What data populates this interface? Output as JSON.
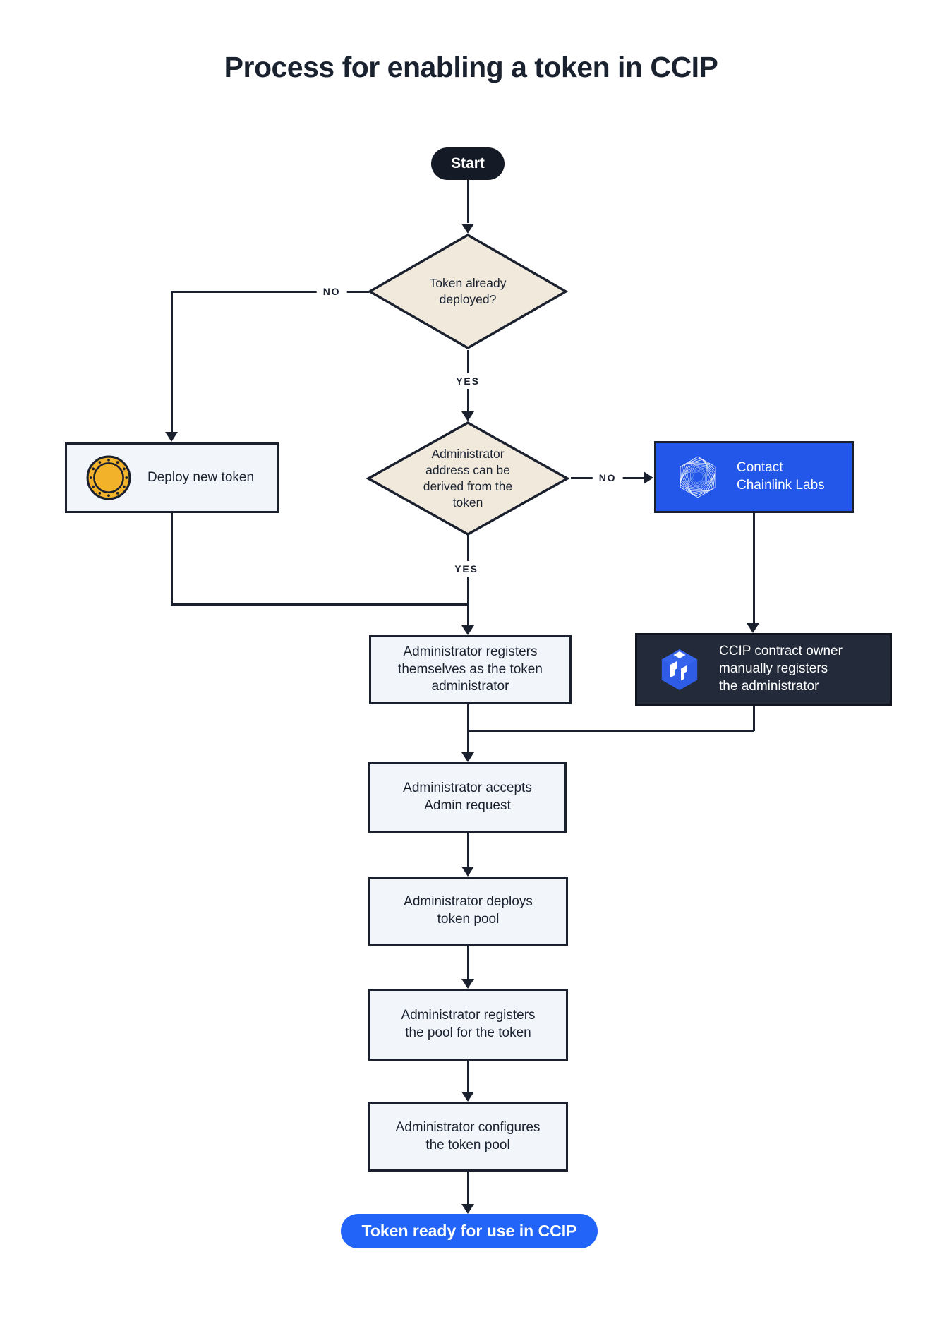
{
  "title": "Process for enabling a token in CCIP",
  "nodes": {
    "start": {
      "label": "Start"
    },
    "decision_token_deployed": {
      "label": "Token already\ndeployed?"
    },
    "deploy_new_token": {
      "label": "Deploy new token",
      "icon": "coin-icon"
    },
    "decision_admin_address": {
      "label": "Administrator\naddress can be\nderived from the\ntoken"
    },
    "contact_chainlink_labs": {
      "label": "Contact\nChainlink Labs",
      "icon": "chainlink-labs-icon"
    },
    "ccip_owner_registers": {
      "label": "CCIP contract owner\nmanually registers\nthe administrator",
      "icon": "ccip-logo-icon"
    },
    "admin_registers_self": {
      "label": "Administrator registers\nthemselves as the token\nadministrator"
    },
    "admin_accepts": {
      "label": "Administrator accepts\nAdmin request"
    },
    "admin_deploys_pool": {
      "label": "Administrator deploys\ntoken pool"
    },
    "admin_registers_pool": {
      "label": "Administrator registers\nthe pool for the token"
    },
    "admin_configures_pool": {
      "label": "Administrator configures\nthe token pool"
    },
    "end": {
      "label": "Token ready for use in CCIP"
    }
  },
  "edge_labels": {
    "no1": "NO",
    "yes1": "YES",
    "no2": "NO",
    "yes2": "YES"
  },
  "colors": {
    "line": "#1A202E",
    "text_dark": "#1A2230",
    "text_light": "#FFFFFF",
    "process_fill": "#F2F5FA",
    "diamond_fill": "#F0E9DC",
    "dark_node_fill": "#232B3A",
    "chainlink_blue": "#2257E9",
    "end_pill_blue": "#2364F8",
    "start_pill_dark": "#141A26",
    "coin_gold": "#F2B32A",
    "ccip_logo_blue": "#2E5CE6"
  }
}
